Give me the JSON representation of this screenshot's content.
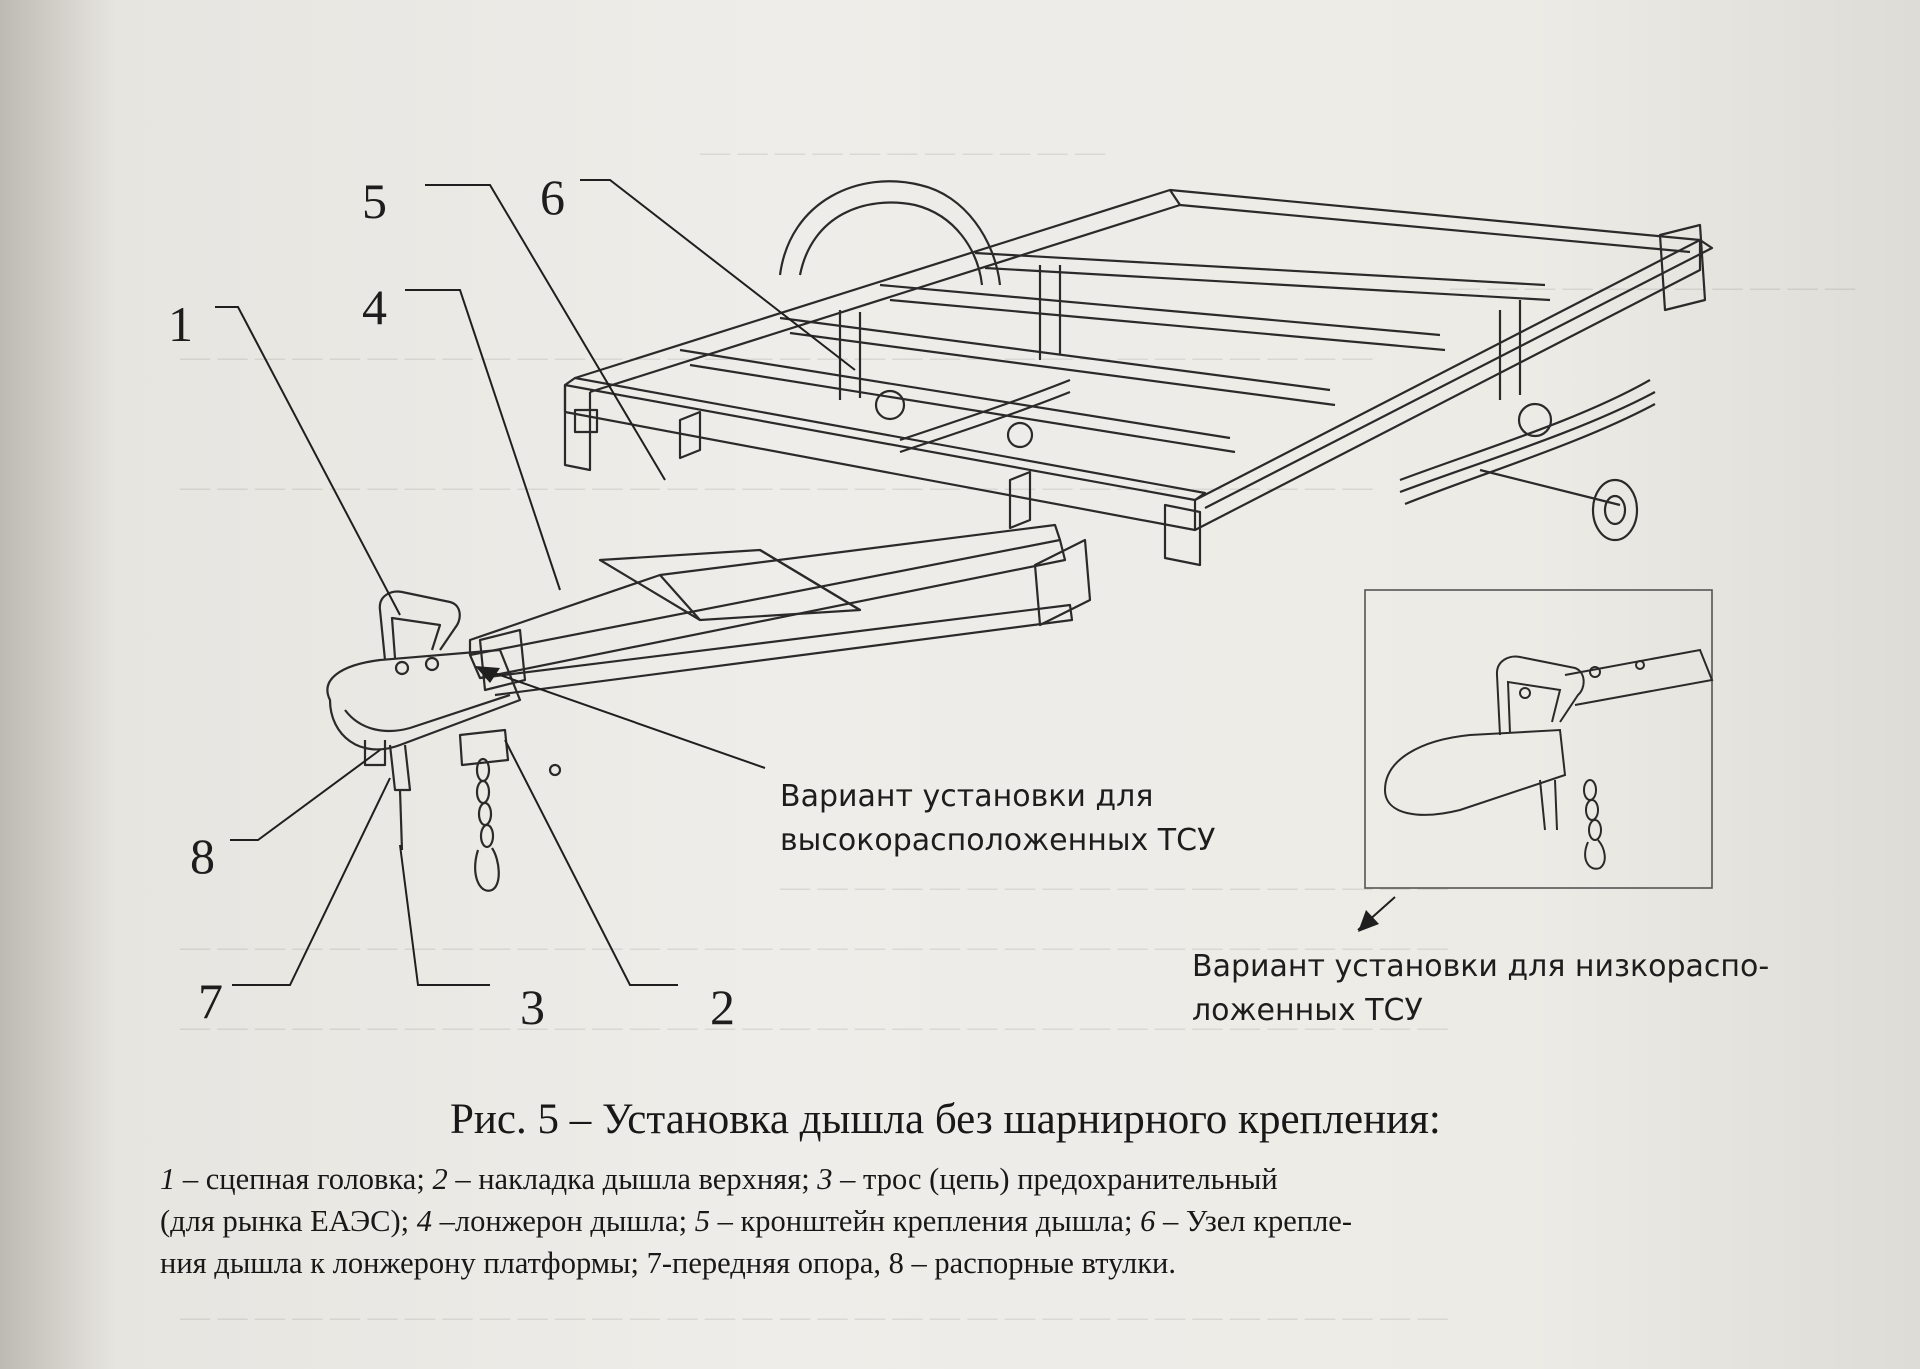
{
  "labels": {
    "n1": "1",
    "n2": "2",
    "n3": "3",
    "n4": "4",
    "n5": "5",
    "n6": "6",
    "n7": "7",
    "n8": "8"
  },
  "callouts": {
    "high": [
      "Вариант установки для",
      "высокорасположенных ТСУ"
    ],
    "low": [
      "Вариант установки для низкораспо-",
      "ложенных ТСУ"
    ]
  },
  "caption": {
    "title": "Рис. 5 – Установка дышла без шарнирного крепления:",
    "legend_lines": [
      [
        {
          "t": "1",
          "i": true
        },
        {
          "t": " – сцепная головка; "
        },
        {
          "t": "2",
          "i": true
        },
        {
          "t": " – накладка дышла верхняя; "
        },
        {
          "t": "3",
          "i": true
        },
        {
          "t": " – трос (цепь) предохранительный"
        }
      ],
      [
        {
          "t": "(для рынка ЕАЭС); "
        },
        {
          "t": "4",
          "i": true
        },
        {
          "t": " –лонжерон дышла; "
        },
        {
          "t": "5",
          "i": true
        },
        {
          "t": " – кронштейн крепления дышла; "
        },
        {
          "t": "6",
          "i": true
        },
        {
          "t": " – Узел крепле-"
        }
      ],
      [
        {
          "t": "ния дышла к лонжерону платформы; 7-передняя опора, 8 – распорные втулки."
        }
      ]
    ]
  },
  "colors": {
    "paper": "#efede9",
    "ink": "#1c1c1c",
    "line_art": "#2a2a2a"
  }
}
